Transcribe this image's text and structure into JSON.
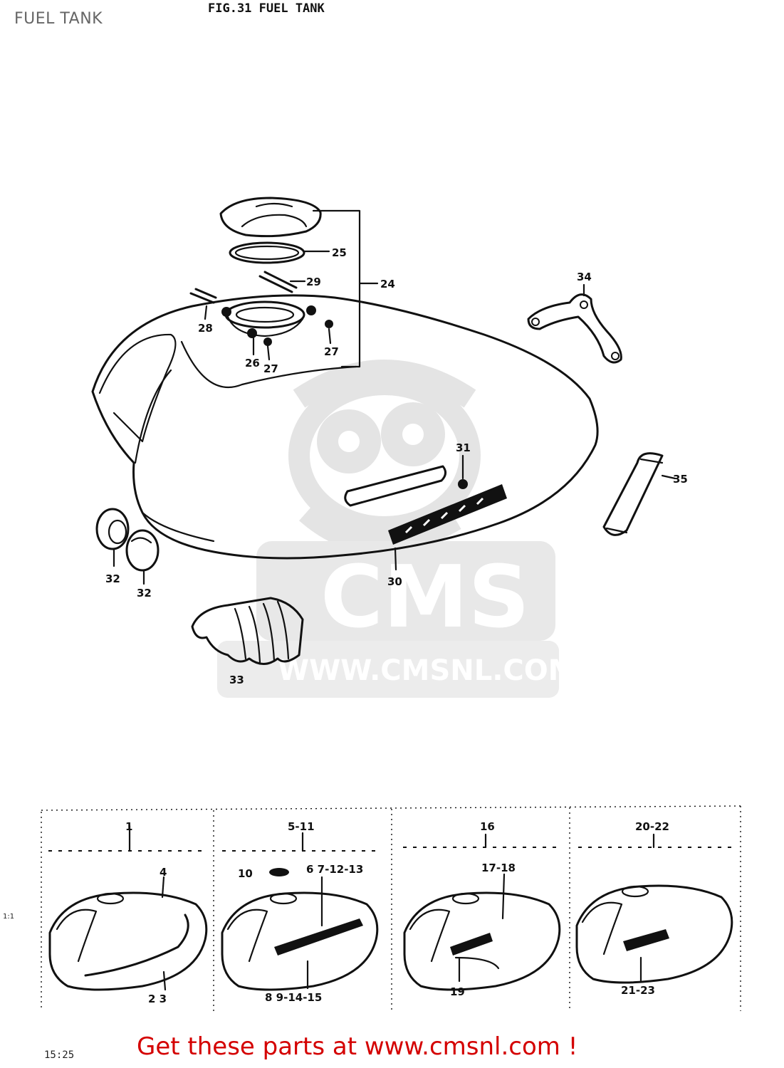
{
  "page": {
    "title": "FUEL TANK",
    "figure_title": "FIG.31  FUEL TANK",
    "footer_text": "Get these parts at www.cmsnl.com !",
    "page_code": "15:25",
    "side_mark": "1:1"
  },
  "watermark": {
    "brand": "CMS",
    "url": "WWW.CMSNL.COM"
  },
  "callouts": {
    "c24": "24",
    "c25": "25",
    "c26": "26",
    "c27a": "27",
    "c27b": "27",
    "c28": "28",
    "c29": "29",
    "c30": "30",
    "c31": "31",
    "c32a": "32",
    "c32b": "32",
    "c33": "33",
    "c34": "34",
    "c35": "35"
  },
  "variants": {
    "v1": {
      "top": "1",
      "upper": "4",
      "lower": "2 3"
    },
    "v2": {
      "top": "5-11",
      "upper_left": "10",
      "upper": "6 7-12-13",
      "lower": "8 9-14-15"
    },
    "v3": {
      "top": "16",
      "upper": "17-18",
      "lower": "19"
    },
    "v4": {
      "top": "20-22",
      "lower": "21-23"
    }
  },
  "colors": {
    "footer": "#d40000",
    "watermark": "#e6e6e6",
    "ink": "#111111"
  }
}
